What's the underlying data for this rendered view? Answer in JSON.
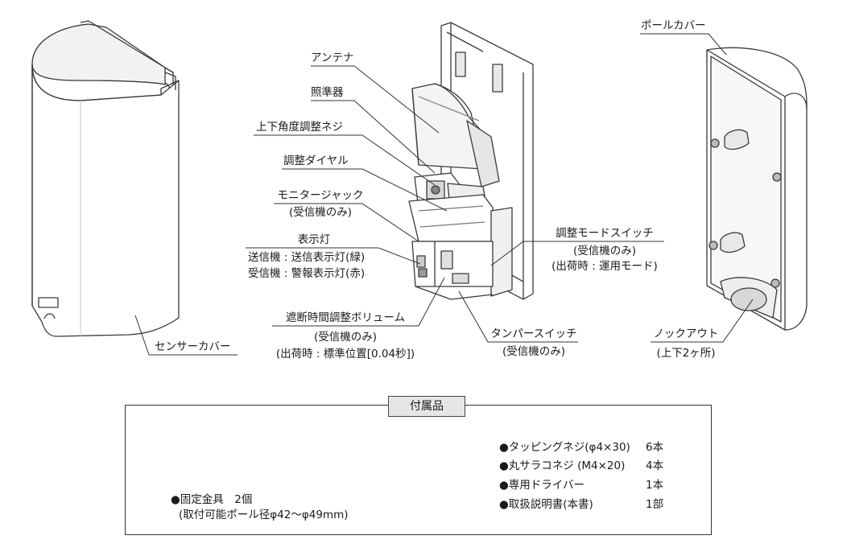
{
  "parts": {
    "sensor_cover": "センサーカバー",
    "pole_cover": "ポールカバー",
    "antenna": "アンテナ",
    "sight": "照準器",
    "tilt_screw": "上下角度調整ネジ",
    "dial": "調整ダイヤル",
    "monitor_jack": "モニタージャック",
    "monitor_jack_note": "(受信機のみ)",
    "indicator": "表示灯",
    "indicator_tx": "送信機 : 送信表示灯(緑)",
    "indicator_rx": "受信機 : 警報表示灯(赤)",
    "mode_switch": "調整モードスイッチ",
    "mode_switch_note1": "(受信機のみ)",
    "mode_switch_note2": "(出荷時 : 運用モード)",
    "volume": "遮断時間調整ボリューム",
    "volume_note1": "(受信機のみ)",
    "volume_note2": "(出荷時 : 標準位置[0.04秒])",
    "tamper": "タンパースイッチ",
    "tamper_note": "(受信機のみ)",
    "knockout": "ノックアウト",
    "knockout_note": "(上下2ヶ所)"
  },
  "accessories": {
    "title": "付属品",
    "bracket_label": "●固定金具　2個",
    "bracket_note": "(取付可能ポール径φ42〜φ49mm)",
    "items": [
      {
        "name": "●タッピングネジ(φ4×30)",
        "qty": "6本"
      },
      {
        "name": "●丸サラコネジ (M4×20)",
        "qty": "4本"
      },
      {
        "name": "●専用ドライバー",
        "qty": "1本"
      },
      {
        "name": "●取扱説明書(本書)",
        "qty": "1部"
      }
    ]
  }
}
